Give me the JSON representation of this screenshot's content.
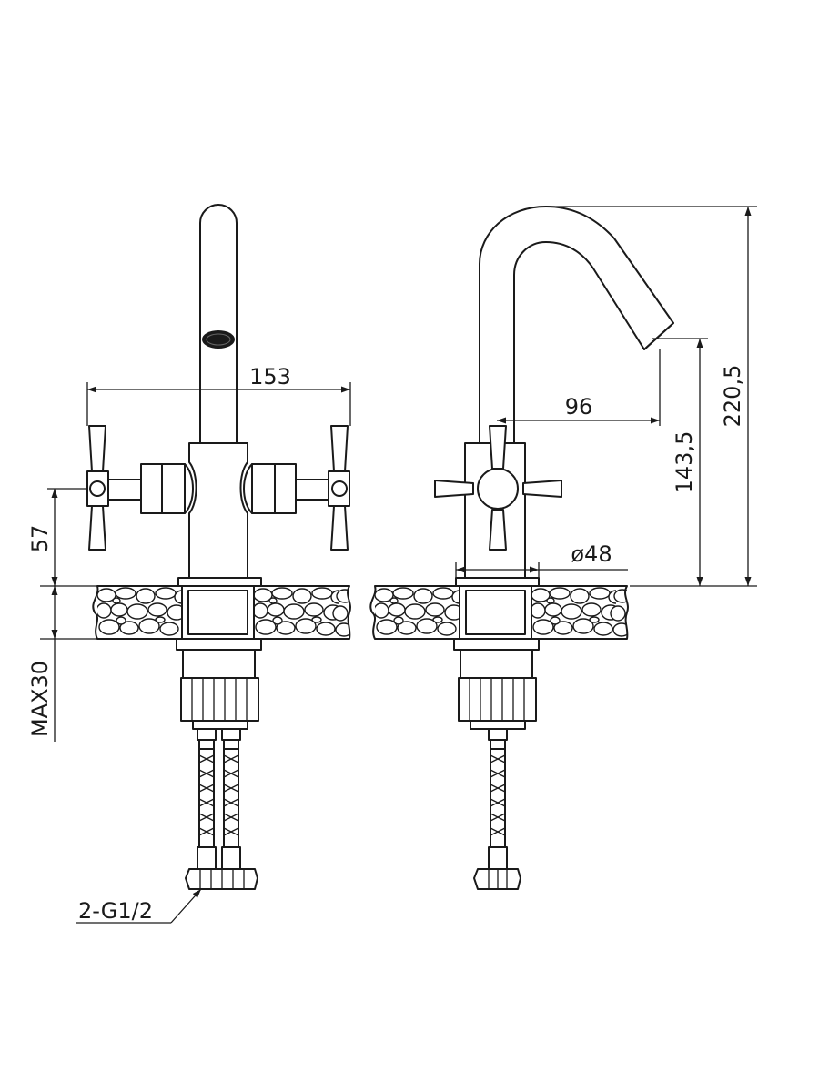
{
  "diagram": {
    "dimensions": {
      "overall_width": "153",
      "spout_reach": "96",
      "total_height": "220,5",
      "outlet_height": "143,5",
      "base_diameter": "ø48",
      "handle_height": "57",
      "max_deck_thickness": "MAX30",
      "connection_thread": "2-G1/2"
    },
    "colors": {
      "line": "#1a1a1a",
      "background": "#ffffff"
    }
  }
}
